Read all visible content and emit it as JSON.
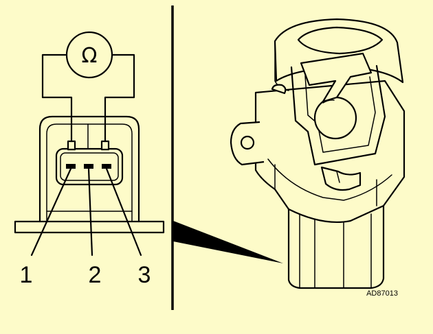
{
  "meter": {
    "symbol": "Ω"
  },
  "pins": [
    {
      "label": "1"
    },
    {
      "label": "2"
    },
    {
      "label": "3"
    }
  ],
  "reference_code": "AD87013"
}
